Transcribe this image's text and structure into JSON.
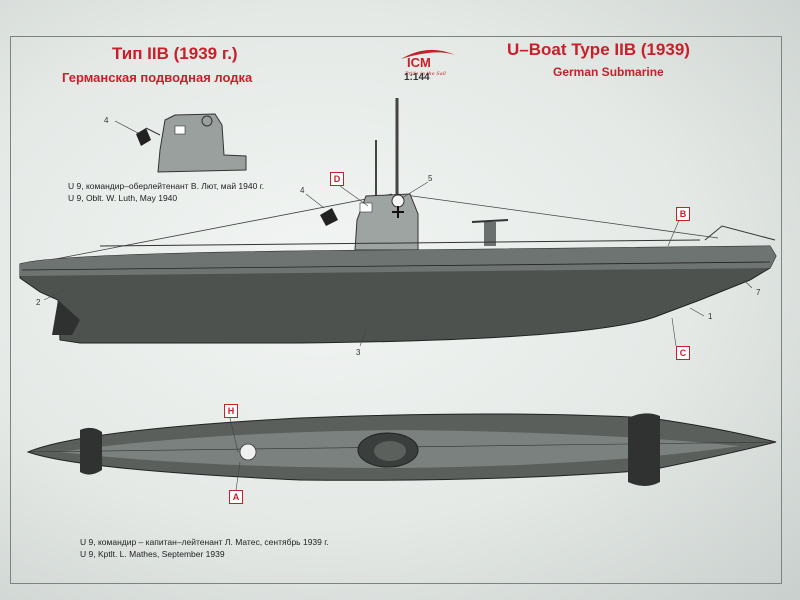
{
  "header": {
    "title_ru": "Тип IIB (1939 г.)",
    "subtitle_ru": "Германская подводная лодка",
    "title_en": "U–Boat Type IIB (1939)",
    "subtitle_en": "German Submarine",
    "logo_text": "ICM",
    "logo_tagline": "Pride in the Sail",
    "scale": "1:144"
  },
  "captions": {
    "side_ru": "U 9, командир–оберлейтенант В. Лют, май 1940 г.",
    "side_en": "U 9, Oblt. W. Luth, May 1940",
    "top_ru": "U 9, командир – капитан–лейтенант Л. Матес, сентябрь 1939 г.",
    "top_en": "U 9, Kptlt. L. Mathes, September 1939"
  },
  "callout_tags": {
    "a": "A",
    "b": "B",
    "c": "C",
    "d": "D",
    "h": "H"
  },
  "callout_numbers": {
    "n1": "1",
    "n2": "2",
    "n3": "3",
    "n4a": "4",
    "n4b": "4",
    "n5": "5",
    "n7": "7"
  },
  "colors": {
    "accent_red": "#c8202a",
    "hull_dark": "#3d403f",
    "hull_mid": "#5b605d",
    "deck_gray": "#7f8582"
  }
}
